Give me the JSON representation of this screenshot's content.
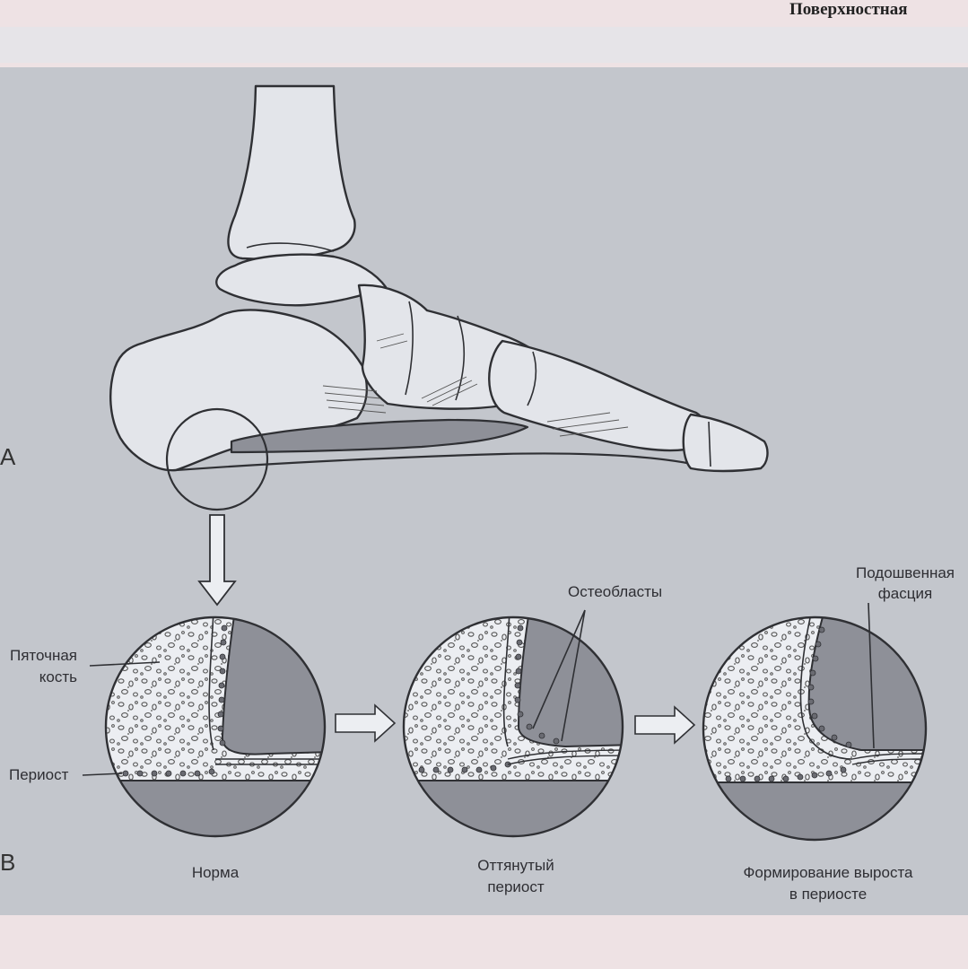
{
  "header": {
    "running_title": "Поверхностная"
  },
  "panels": {
    "a": {
      "letter": "А"
    },
    "b": {
      "letter": "В"
    }
  },
  "labels": {
    "calcaneus_line1": "Пяточная",
    "calcaneus_line2": "кость",
    "periosteum": "Периост",
    "osteoblasts": "Остеобласты",
    "plantar_fascia_line1": "Подошвенная",
    "plantar_fascia_line2": "фасция"
  },
  "stages": [
    {
      "line1": "Норма",
      "line2": ""
    },
    {
      "line1": "Оттянутый",
      "line2": "периост"
    },
    {
      "line1": "Формирование выроста",
      "line2": "в периосте"
    }
  ],
  "colors": {
    "page": "#efe6e6",
    "panel": "#c3c6cc",
    "bone": "#e3e5ea",
    "tissue": "#8e9098",
    "outline": "#2f3034"
  }
}
